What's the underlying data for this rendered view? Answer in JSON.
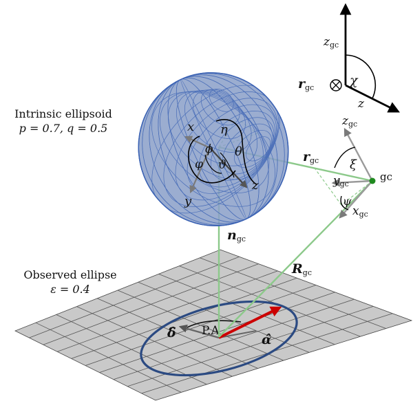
{
  "captions": {
    "ellipsoid_title": "Intrinsic ellipsoid",
    "ellipsoid_params": "p = 0.7, q = 0.5",
    "ellipse_title": "Observed ellipse",
    "ellipse_param": "ε = 0.4"
  },
  "vectors": {
    "n_gc": {
      "base": "n",
      "sub": "gc"
    },
    "R_gc": {
      "base": "R",
      "sub": "gc"
    },
    "r_gc_inline": {
      "base": "r",
      "sub": "gc"
    },
    "r_gc_top": {
      "base": "r",
      "sub": "gc"
    },
    "alpha_hat": "α̂",
    "delta_hat": "δ̂"
  },
  "angles": {
    "chi": "χ",
    "xi": "ξ",
    "psi": "ψ",
    "eta": "η",
    "theta": "θ",
    "vartheta": "ϑ",
    "phi": "φ",
    "varphi": "ϕ"
  },
  "axes": {
    "x": "x",
    "y": "y",
    "z": "z",
    "z_frame": "z",
    "z_gc_top": {
      "base": "z",
      "sub": "gc"
    },
    "z_gc": {
      "base": "z",
      "sub": "gc"
    },
    "y_gc": {
      "base": "y",
      "sub": "gc"
    },
    "x_gc": {
      "base": "x",
      "sub": "gc"
    }
  },
  "points": {
    "gc": "gc",
    "pa": "P.A"
  },
  "colors": {
    "ellipsoid_fill": "#8a9fc8",
    "ellipsoid_mesh": "#3c63b4",
    "ellipse_stroke": "#2b4a82",
    "green_lines": "#8cc98a",
    "gc_dot": "#1f8a1f",
    "alpha_arrow": "#cc0000",
    "grid_fill": "#c9c9c9",
    "grid_line": "#555555",
    "gray_arrows": "#8c8c8c"
  },
  "grid": {
    "divisions": 10
  }
}
